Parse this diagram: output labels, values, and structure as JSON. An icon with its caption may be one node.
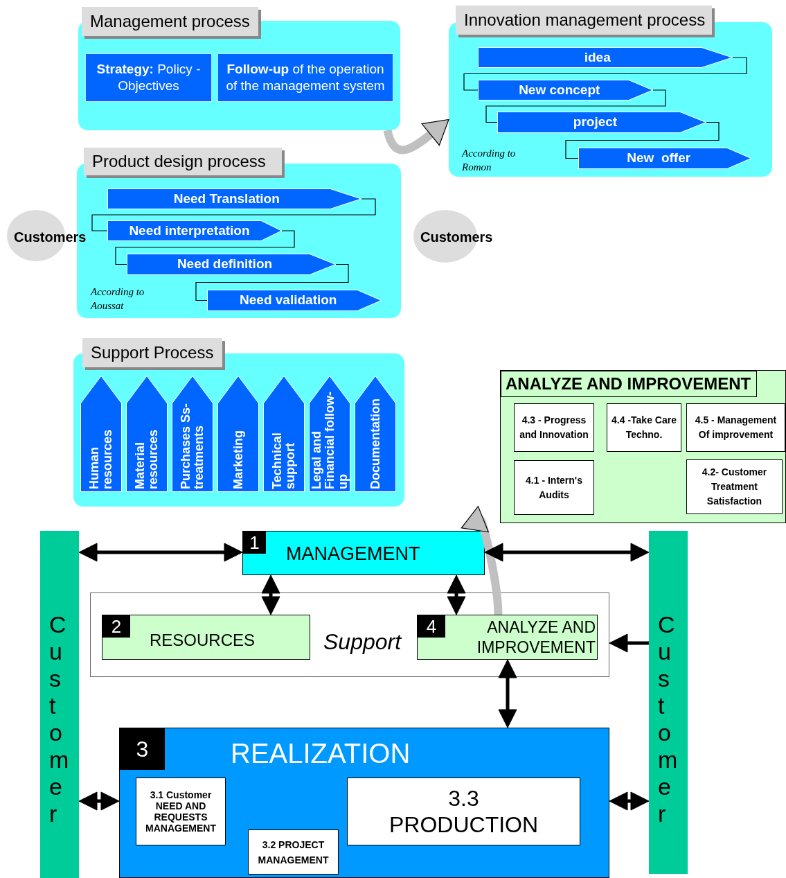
{
  "diagram": {
    "nodes": [
      {
        "text": [
          "Management process"
        ]
      },
      {
        "text": [
          "**Strategy:** Policy - Objectives"
        ],
        "in": 0
      },
      {
        "text": [
          "**Follow-up** of the operation of the management system"
        ],
        "in": 0
      },
      {
        "text": [
          "Innovation management process",
          "According to Romon"
        ]
      },
      {
        "text": [
          "idea"
        ],
        "in": 3
      },
      {
        "text": [
          "New concept"
        ],
        "in": 3
      },
      {
        "text": [
          "project"
        ],
        "in": 3
      },
      {
        "text": [
          "New  offer"
        ],
        "in": 3
      },
      {
        "text": [
          "Product design process",
          "According to Aoussat"
        ]
      },
      {
        "text": [
          "Need Translation"
        ],
        "in": 8
      },
      {
        "text": [
          "Need interpretation"
        ],
        "in": 8
      },
      {
        "text": [
          "Need definition"
        ],
        "in": 8
      },
      {
        "text": [
          "Need validation"
        ],
        "in": 8
      },
      {
        "text": [
          "Customers"
        ]
      },
      {
        "text": [
          "Customers"
        ]
      },
      {
        "text": [
          "Support Process"
        ]
      },
      {
        "text": [
          "Human resources"
        ],
        "in": 15
      },
      {
        "text": [
          "Material resources"
        ],
        "in": 15
      },
      {
        "text": [
          "Purchases Ss-treatments"
        ],
        "in": 15
      },
      {
        "text": [
          "Marketing"
        ],
        "in": 15
      },
      {
        "text": [
          "Technical support"
        ],
        "in": 15
      },
      {
        "text": [
          "Legal and Financial follow-up"
        ],
        "in": 15
      },
      {
        "text": [
          "Documentation"
        ],
        "in": 15
      },
      {
        "text": [
          "ANALYZE AND IMPROVEMENT"
        ]
      },
      {
        "text": [
          "4.3 - Progress and Innovation"
        ],
        "in": 23
      },
      {
        "text": [
          "4.4 -Take Care Techno."
        ],
        "in": 23
      },
      {
        "text": [
          "4.5 -  Management Of improvement"
        ],
        "in": 23
      },
      {
        "text": [
          "4.1 - Intern's Audits"
        ],
        "in": 23
      },
      {
        "text": [
          "4.2- Customer Treatment Satisfaction"
        ],
        "in": 23
      },
      {
        "text": [
          "Customer"
        ]
      },
      {
        "text": [
          "1",
          "MANAGEMENT"
        ]
      },
      {
        "text": [
          "Support"
        ]
      },
      {
        "text": [
          "2",
          "RESOURCES"
        ],
        "in": 31
      },
      {
        "text": [
          "4",
          "ANALYZE AND IMPROVEMENT"
        ],
        "in": 31
      },
      {
        "text": [
          "3",
          "REALIZATION"
        ]
      },
      {
        "text": [
          "3.1 Customer NEED AND REQUESTS MANAGEMENT"
        ],
        "in": 34
      },
      {
        "text": [
          "3.2 PROJECT MANAGEMENT"
        ],
        "in": 34
      },
      {
        "text": [
          "3.3 PRODUCTION"
        ],
        "in": 34
      },
      {
        "text": [
          "Customer"
        ]
      }
    ],
    "edges": [
      {
        "from": 4,
        "to": 5,
        "arrow": "none"
      },
      {
        "from": 5,
        "to": 6,
        "arrow": "none"
      },
      {
        "from": 6,
        "to": 7,
        "arrow": "none"
      },
      {
        "from": 9,
        "to": 10,
        "arrow": "none"
      },
      {
        "from": 10,
        "to": 11,
        "arrow": "none"
      },
      {
        "from": 11,
        "to": 12,
        "arrow": "none"
      },
      {
        "from": 0,
        "to": 3,
        "arrow": "to",
        "style": "thick",
        "color": "#c0c0c0"
      },
      {
        "from": 33,
        "to": 23,
        "arrow": "to",
        "style": "thick",
        "color": "#c0c0c0"
      },
      {
        "from": 29,
        "to": 30,
        "arrow": "both"
      },
      {
        "from": 30,
        "to": 38,
        "arrow": "both"
      },
      {
        "from": 30,
        "to": 32,
        "arrow": "both"
      },
      {
        "from": 30,
        "to": 33,
        "arrow": "both"
      },
      {
        "from": 38,
        "to": 31,
        "arrow": "to"
      },
      {
        "from": 33,
        "to": 34,
        "arrow": "both"
      },
      {
        "from": 29,
        "to": 34,
        "arrow": "both"
      },
      {
        "from": 34,
        "to": 38,
        "arrow": "both"
      }
    ]
  }
}
